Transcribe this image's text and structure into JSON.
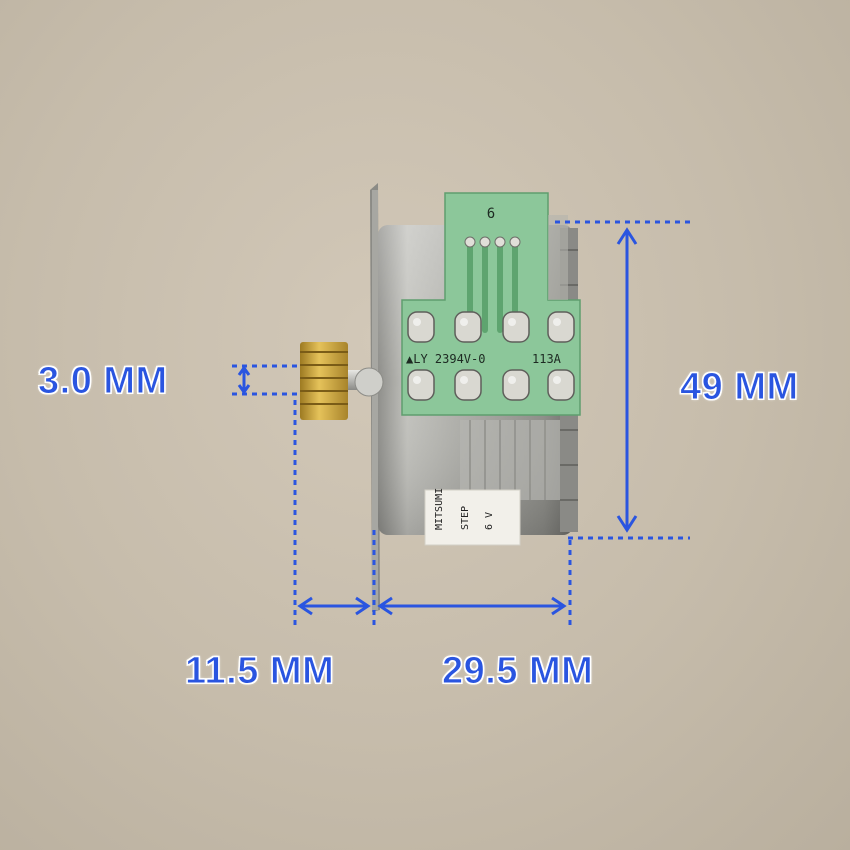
{
  "photo": {
    "subject": "stepper-motor",
    "background_color": "#c9bfae"
  },
  "pcb": {
    "top_label": "6",
    "part_marking_left": "▲LY 2394V-0",
    "part_marking_right": "113A"
  },
  "motor_sticker": {
    "line1": "MITSUMI",
    "line2": "STEP",
    "line3": "6 V"
  },
  "dimensions": {
    "shaft_diameter": "3.0 MM",
    "body_height": "49 MM",
    "shaft_length": "11.5 MM",
    "body_depth": "29.5 MM"
  },
  "colors": {
    "annotation": "#2a55e0",
    "pcb_green": "#7fc08f",
    "gear_brass": "#c9a23c",
    "motor_metal": "#a9a9a5"
  }
}
